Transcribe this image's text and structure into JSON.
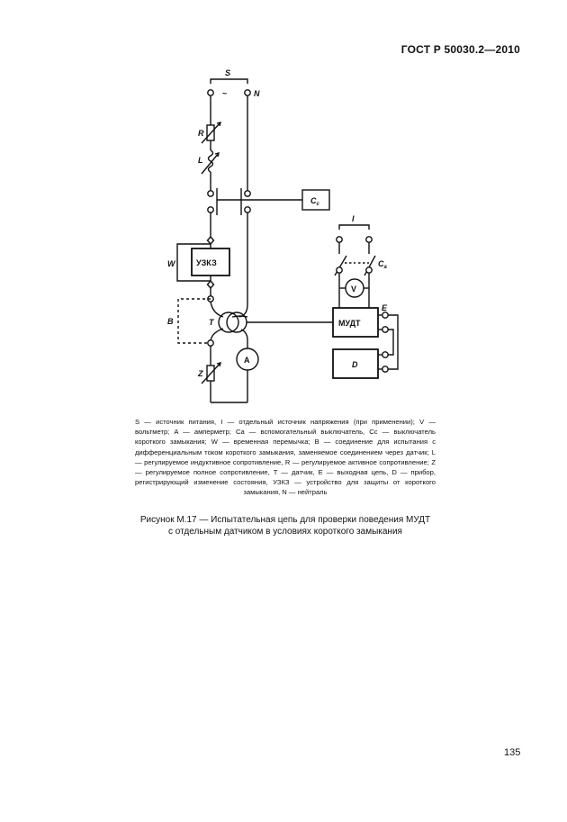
{
  "header": {
    "standard": "ГОСТ Р 50030.2—2010"
  },
  "diagram": {
    "labels": {
      "S": "S",
      "tilde": "~",
      "N": "N",
      "R": "R",
      "L": "L",
      "Ca": "C",
      "Ca_sub": "a",
      "Cc": "C",
      "Cc_sub": "c",
      "I": "I",
      "W": "W",
      "uzkz": "УЗКЗ",
      "V": "V",
      "mudt": "МУДТ",
      "E": "E",
      "B": "B",
      "T": "T",
      "A": "A",
      "D": "D",
      "Z": "Z"
    }
  },
  "legend": {
    "text": "S — источник питания, I — отдельный источник напряжения (при применении); V — вольтметр; A — амперметр; Ca — вспомогательный выключатель, Cc — выключатель короткого замыкания; W — временная перемычка; B — соединение для испытания с дифференциальным током короткого замыкания, заменяемое соединением через датчик; L — регулируемое индуктивное сопротивление, R — регулируемое активное сопротивление; Z — регулируемое полное сопротивление, T — датчик, E — выходная цепь, D — прибор, регистрирующий изменение состояния, УЗКЗ — устройство для защиты от короткого замыкания, N — нейтраль"
  },
  "caption": {
    "line1": "Рисунок М.17 — Испытательная цепь для проверки поведения МУДТ",
    "line2": "с отдельным датчиком в условиях короткого замыкания"
  },
  "page": {
    "number": "135"
  }
}
